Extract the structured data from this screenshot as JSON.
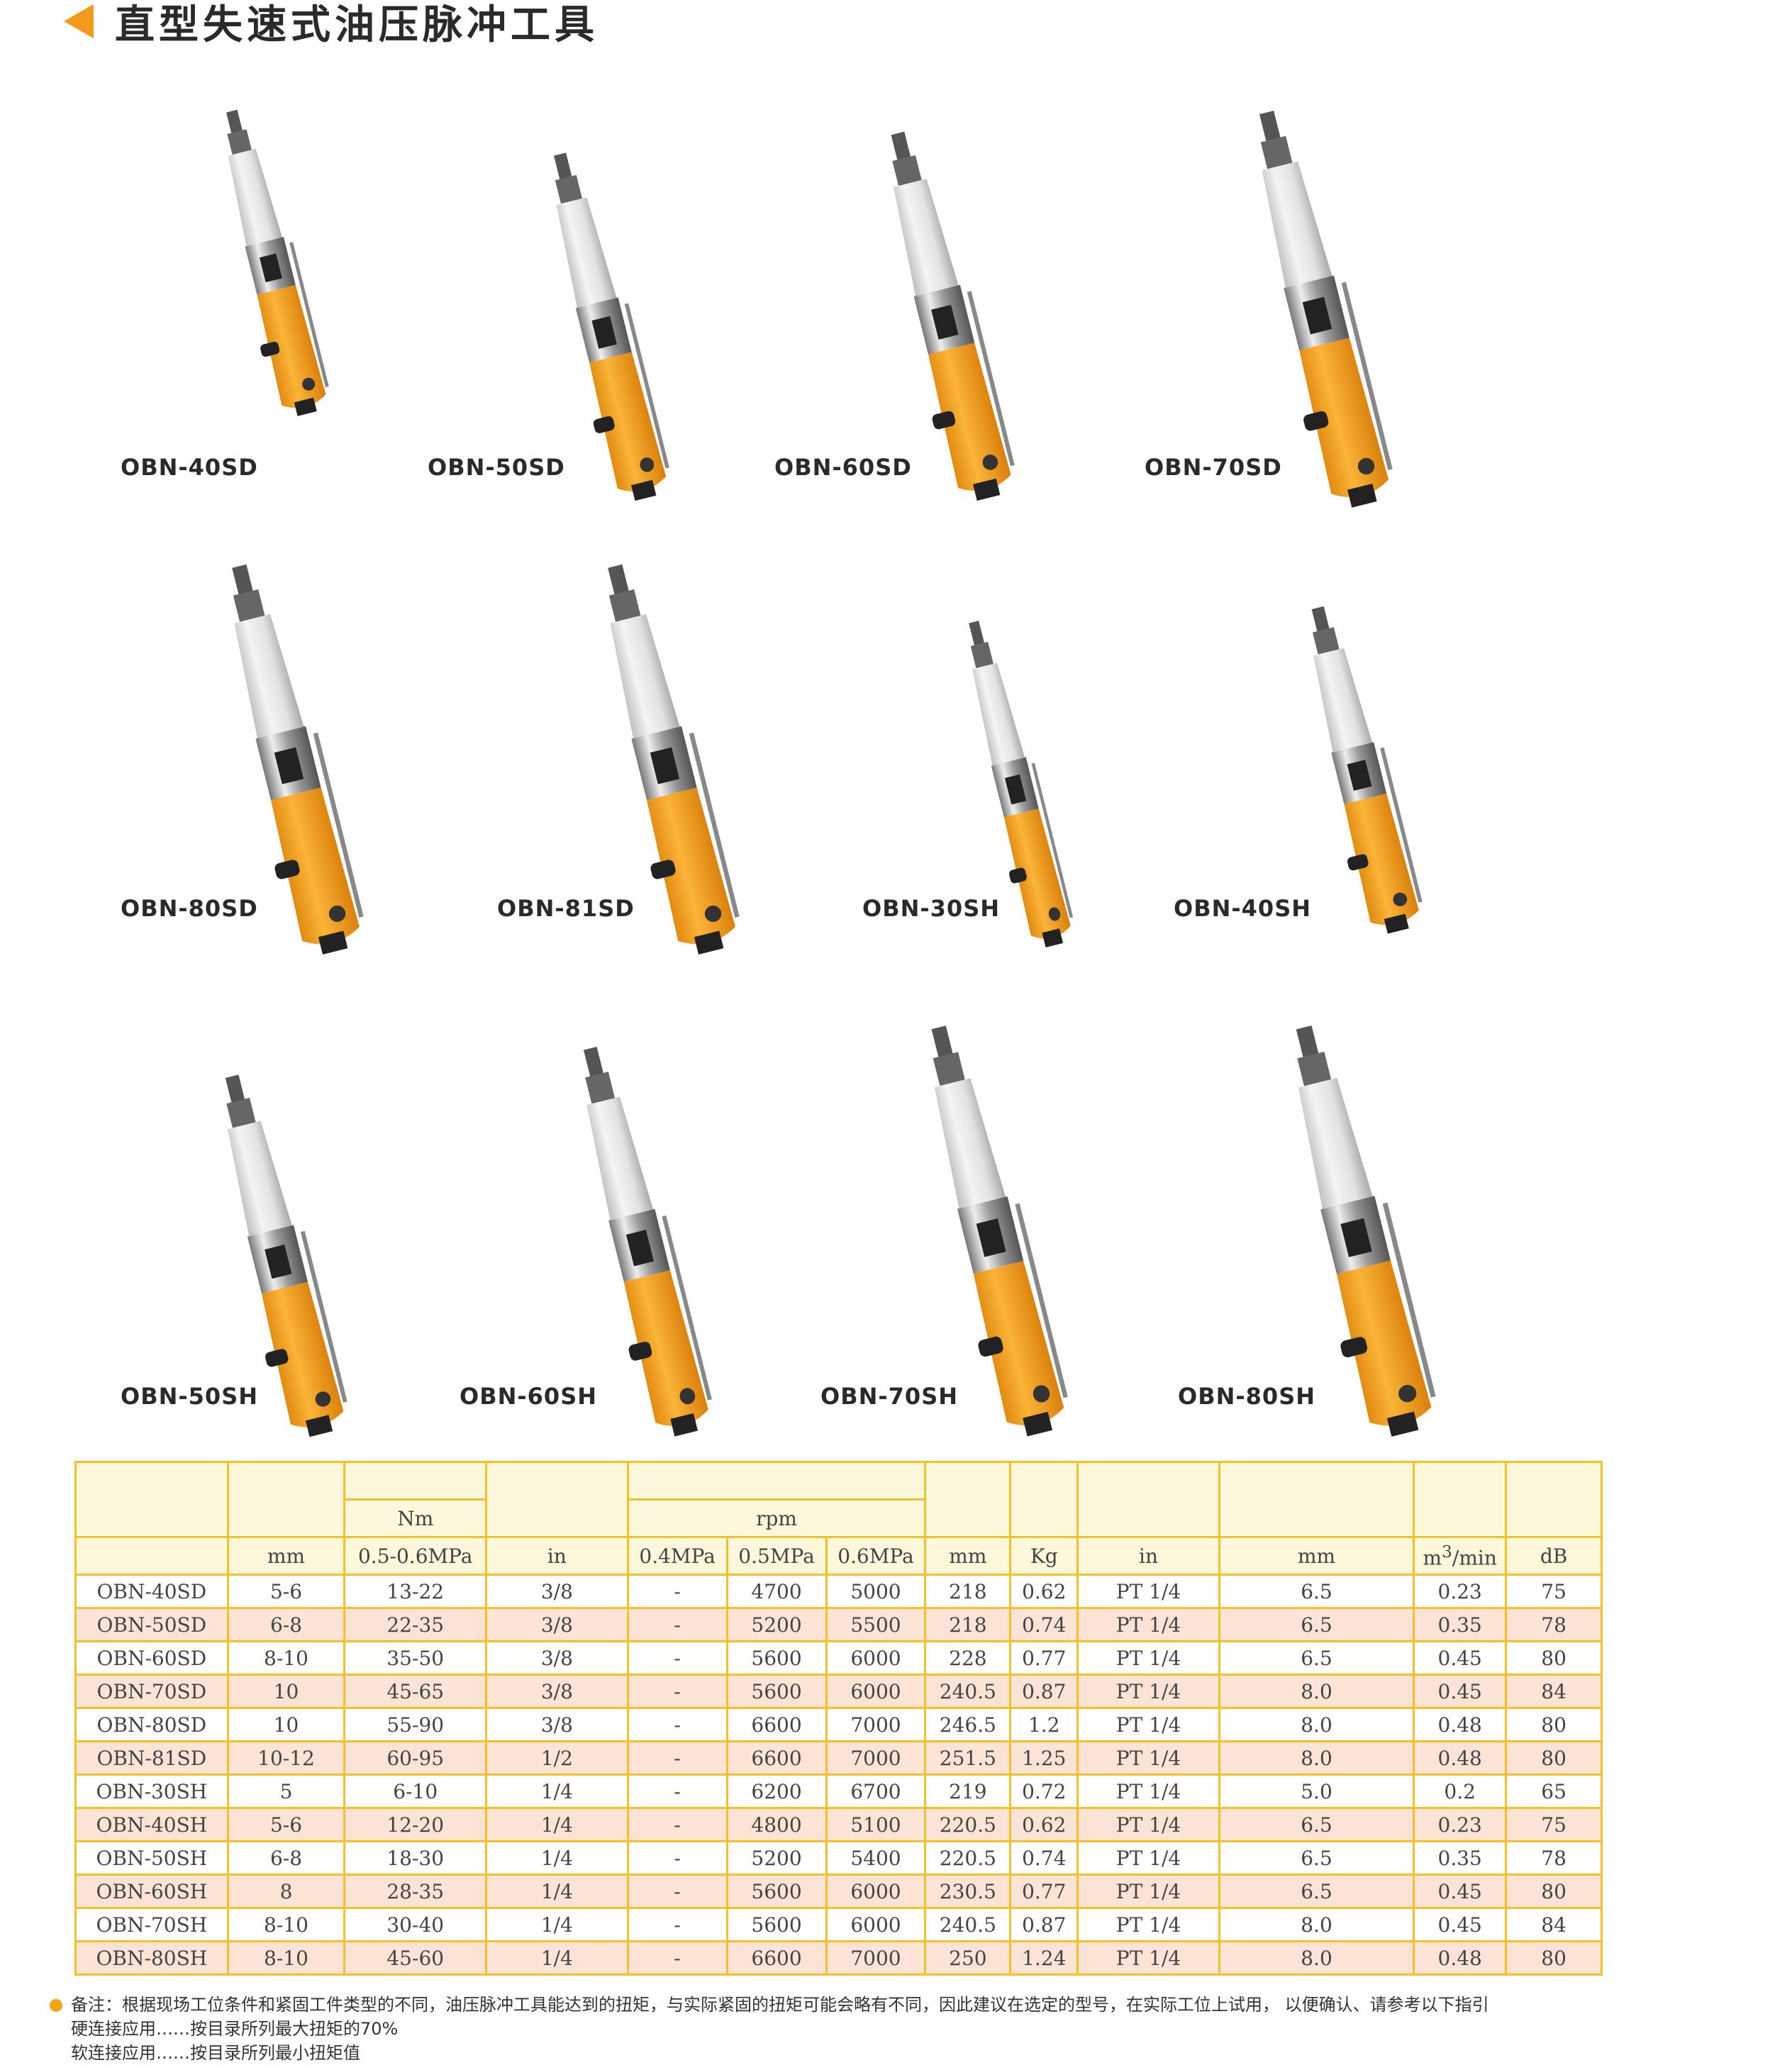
{
  "title": "直型失速式油压脉冲工具",
  "tools": [
    {
      "model": "OBN-40SD"
    },
    {
      "model": "OBN-50SD"
    },
    {
      "model": "OBN-60SD"
    },
    {
      "model": "OBN-70SD"
    },
    {
      "model": "OBN-80SD"
    },
    {
      "model": "OBN-81SD"
    },
    {
      "model": "OBN-30SH"
    },
    {
      "model": "OBN-40SH"
    },
    {
      "model": "OBN-50SH"
    },
    {
      "model": "OBN-60SH"
    },
    {
      "model": "OBN-70SH"
    },
    {
      "model": "OBN-80SH"
    }
  ],
  "table": {
    "group_headers": {
      "torque_unit": "Nm",
      "speed_unit": "rpm"
    },
    "unit_headers": [
      "mm",
      "0.5-0.6MPa",
      "in",
      "0.4MPa",
      "0.5MPa",
      "0.6MPa",
      "mm",
      "Kg",
      "in",
      "mm",
      "min",
      "dB"
    ],
    "air_unit_prefix": "m",
    "air_unit_exp": "3",
    "rows": [
      [
        "OBN-40SD",
        "5-6",
        "13-22",
        "3/8",
        "-",
        "4700",
        "5000",
        "218",
        "0.62",
        "PT 1/4",
        "6.5",
        "0.23",
        "75"
      ],
      [
        "OBN-50SD",
        "6-8",
        "22-35",
        "3/8",
        "-",
        "5200",
        "5500",
        "218",
        "0.74",
        "PT 1/4",
        "6.5",
        "0.35",
        "78"
      ],
      [
        "OBN-60SD",
        "8-10",
        "35-50",
        "3/8",
        "-",
        "5600",
        "6000",
        "228",
        "0.77",
        "PT 1/4",
        "6.5",
        "0.45",
        "80"
      ],
      [
        "OBN-70SD",
        "10",
        "45-65",
        "3/8",
        "-",
        "5600",
        "6000",
        "240.5",
        "0.87",
        "PT 1/4",
        "8.0",
        "0.45",
        "84"
      ],
      [
        "OBN-80SD",
        "10",
        "55-90",
        "3/8",
        "-",
        "6600",
        "7000",
        "246.5",
        "1.2",
        "PT 1/4",
        "8.0",
        "0.48",
        "80"
      ],
      [
        "OBN-81SD",
        "10-12",
        "60-95",
        "1/2",
        "-",
        "6600",
        "7000",
        "251.5",
        "1.25",
        "PT 1/4",
        "8.0",
        "0.48",
        "80"
      ],
      [
        "OBN-30SH",
        "5",
        "6-10",
        "1/4",
        "-",
        "6200",
        "6700",
        "219",
        "0.72",
        "PT 1/4",
        "5.0",
        "0.2",
        "65"
      ],
      [
        "OBN-40SH",
        "5-6",
        "12-20",
        "1/4",
        "-",
        "4800",
        "5100",
        "220.5",
        "0.62",
        "PT 1/4",
        "6.5",
        "0.23",
        "75"
      ],
      [
        "OBN-50SH",
        "6-8",
        "18-30",
        "1/4",
        "-",
        "5200",
        "5400",
        "220.5",
        "0.74",
        "PT 1/4",
        "6.5",
        "0.35",
        "78"
      ],
      [
        "OBN-60SH",
        "8",
        "28-35",
        "1/4",
        "-",
        "5600",
        "6000",
        "230.5",
        "0.77",
        "PT 1/4",
        "6.5",
        "0.45",
        "80"
      ],
      [
        "OBN-70SH",
        "8-10",
        "30-40",
        "1/4",
        "-",
        "5600",
        "6000",
        "240.5",
        "0.87",
        "PT 1/4",
        "8.0",
        "0.45",
        "84"
      ],
      [
        "OBN-80SH",
        "8-10",
        "45-60",
        "1/4",
        "-",
        "6600",
        "7000",
        "250",
        "1.24",
        "PT 1/4",
        "8.0",
        "0.48",
        "80"
      ]
    ]
  },
  "notes": {
    "main": "备注：根据现场工位条件和紧固工件类型的不同，油压脉冲工具能达到的扭矩，与实际紧固的扭矩可能会略有不同，因此建议在选定的型号，在实际工位上试用， 以便确认、请参考以下指引",
    "hard": "硬连接应用……按目录所列最大扭矩的70%",
    "soft": "软连接应用……按目录所列最小扭矩值"
  },
  "colors": {
    "accent": "#f39a1a",
    "tool_body": "#f5a623",
    "table_border": "#f5c12b",
    "row_alt": "#fbe4d5"
  }
}
